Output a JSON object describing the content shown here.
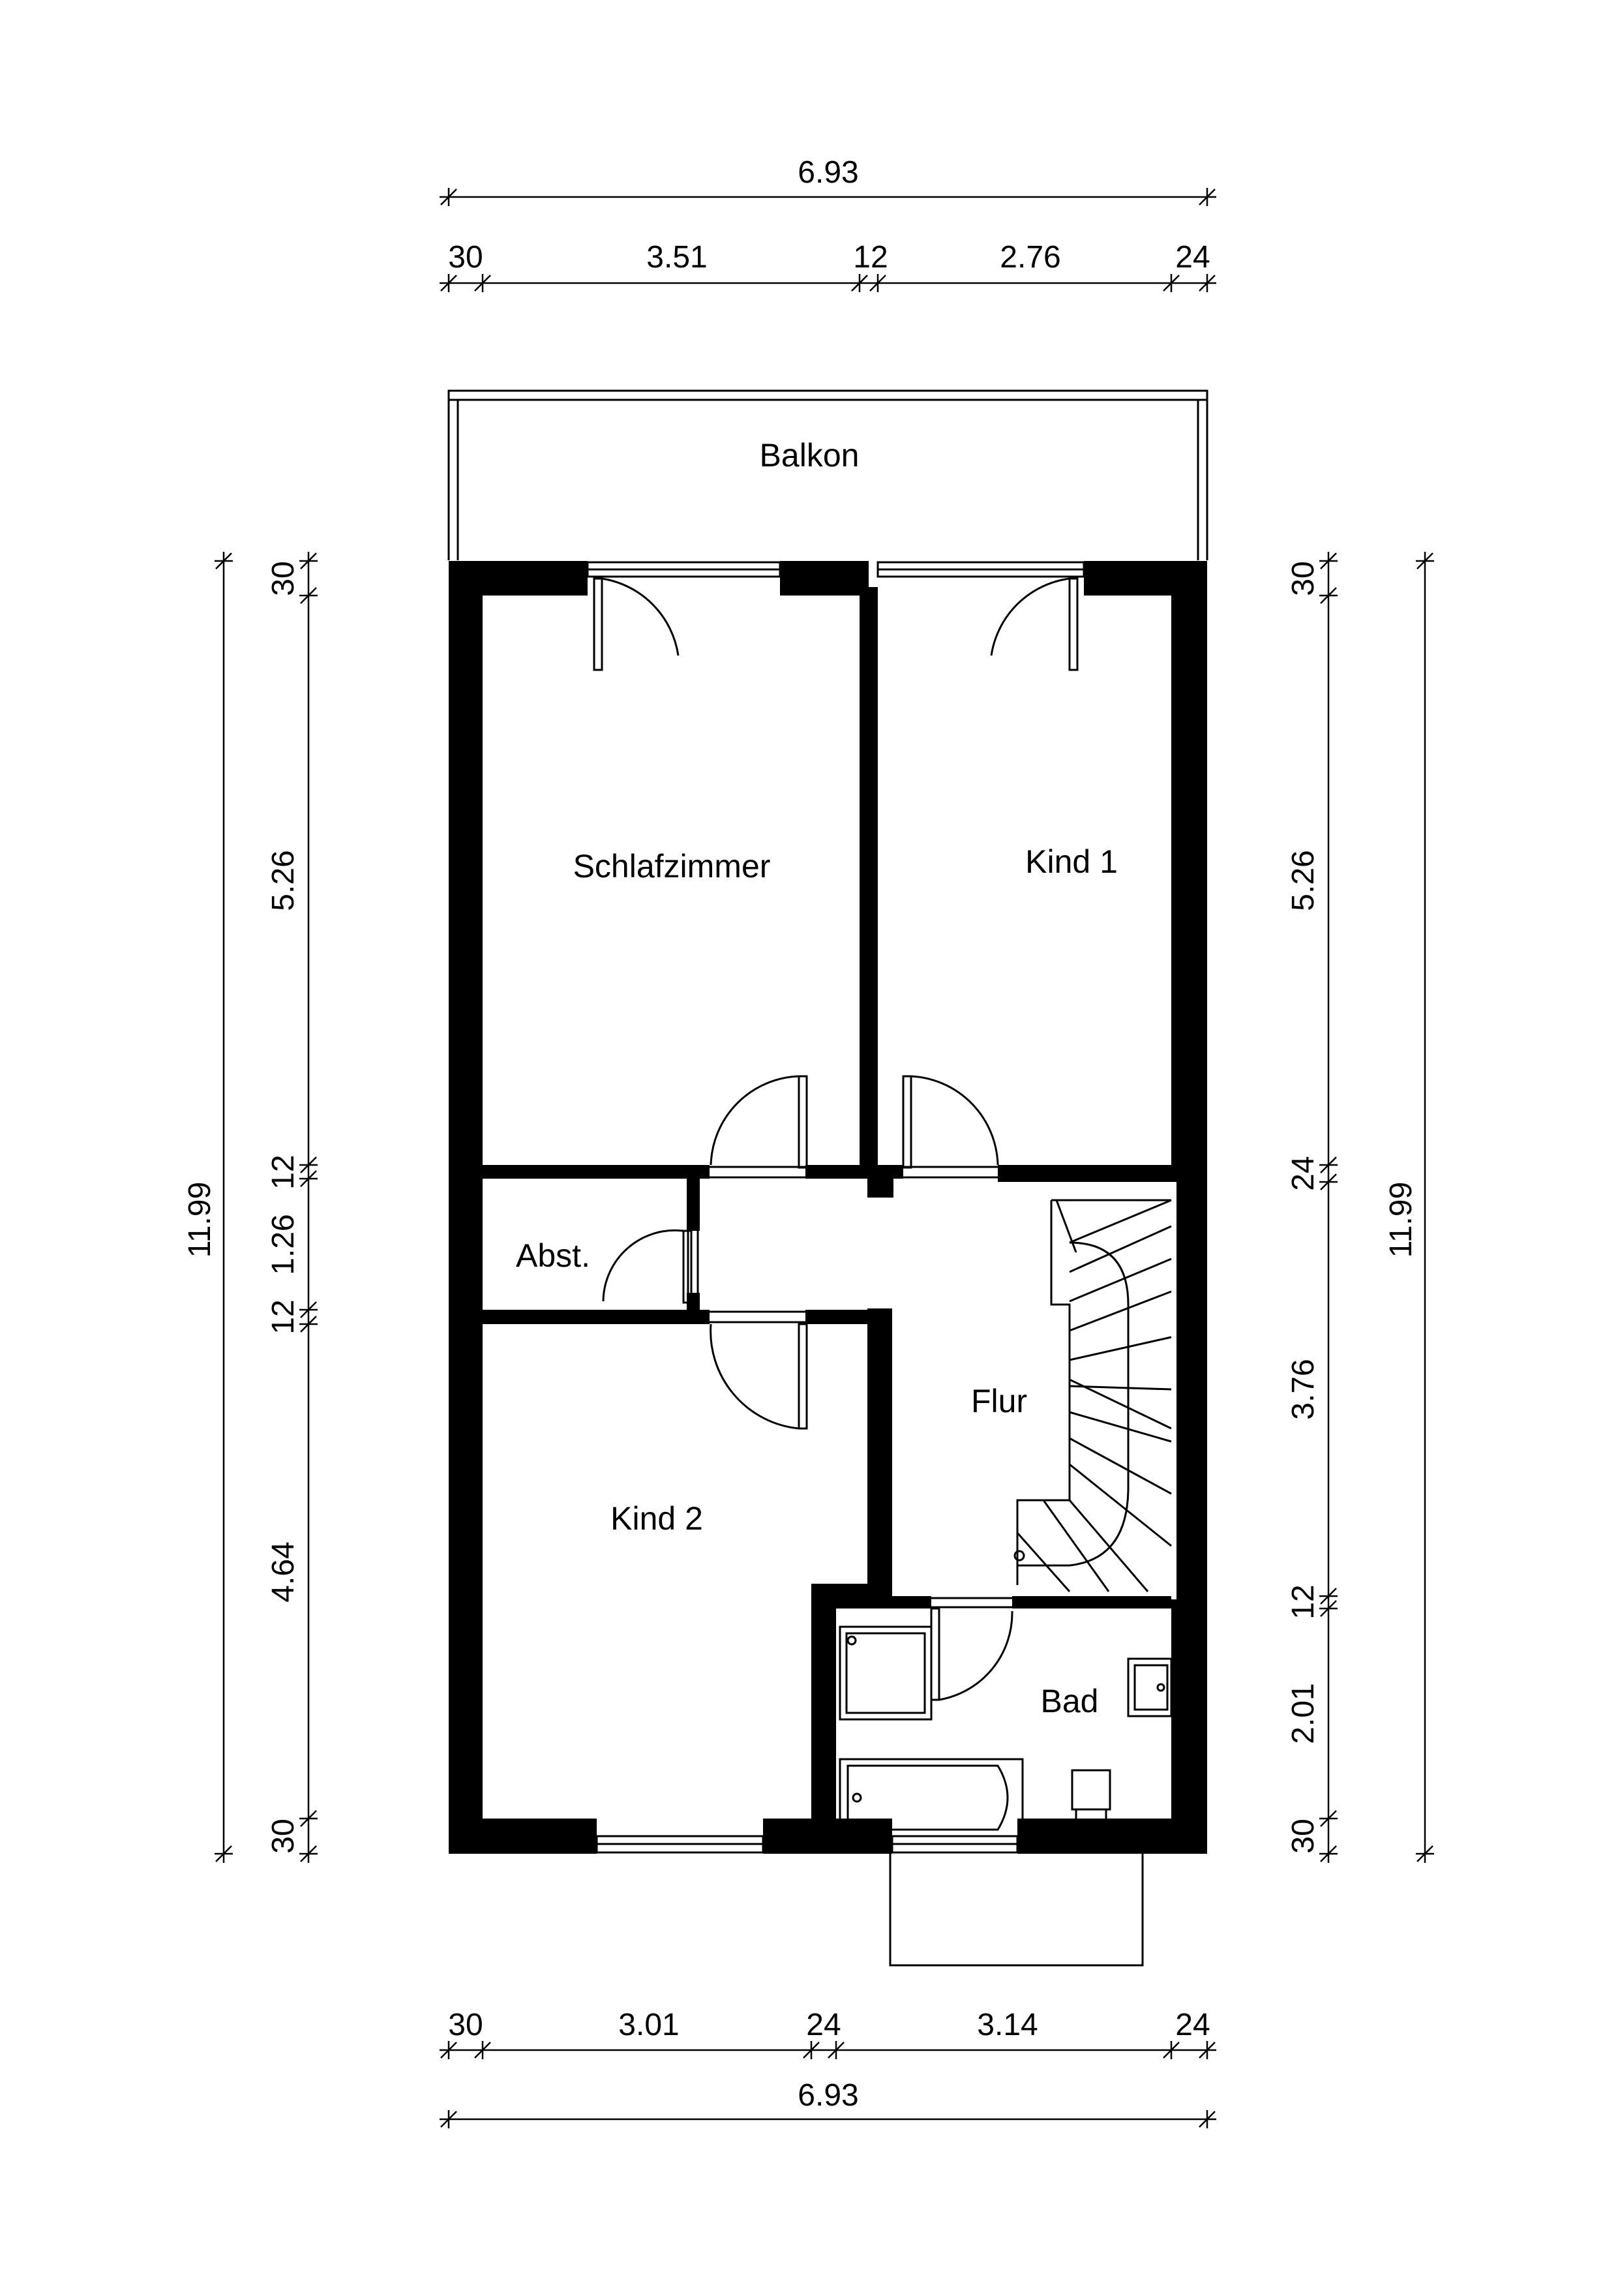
{
  "rooms": {
    "balkon": "Balkon",
    "schlafzimmer": "Schlafzimmer",
    "kind1": "Kind 1",
    "abst": "Abst.",
    "flur": "Flur",
    "kind2": "Kind 2",
    "bad": "Bad"
  },
  "dimensions": {
    "top_total": "6.93",
    "top_wall_left": "30",
    "top_room_left": "3.51",
    "top_wall_mid": "12",
    "top_room_right": "2.76",
    "top_wall_right": "24",
    "bottom_wall_left": "30",
    "bottom_room_left": "3.01",
    "bottom_wall_mid": "24",
    "bottom_room_right": "3.14",
    "bottom_wall_right": "24",
    "bottom_total": "6.93",
    "left_total": "11.99",
    "left_wall_top": "30",
    "left_schlafzimmer": "5.26",
    "left_wall_a": "12",
    "left_abst": "1.26",
    "left_wall_b": "12",
    "left_kind2": "4.64",
    "left_wall_bottom": "30",
    "right_total": "11.99",
    "right_wall_top": "30",
    "right_kind1": "5.26",
    "right_wall_a": "24",
    "right_flur": "3.76",
    "right_wall_b": "12",
    "right_bad": "2.01",
    "right_wall_bottom": "30"
  }
}
